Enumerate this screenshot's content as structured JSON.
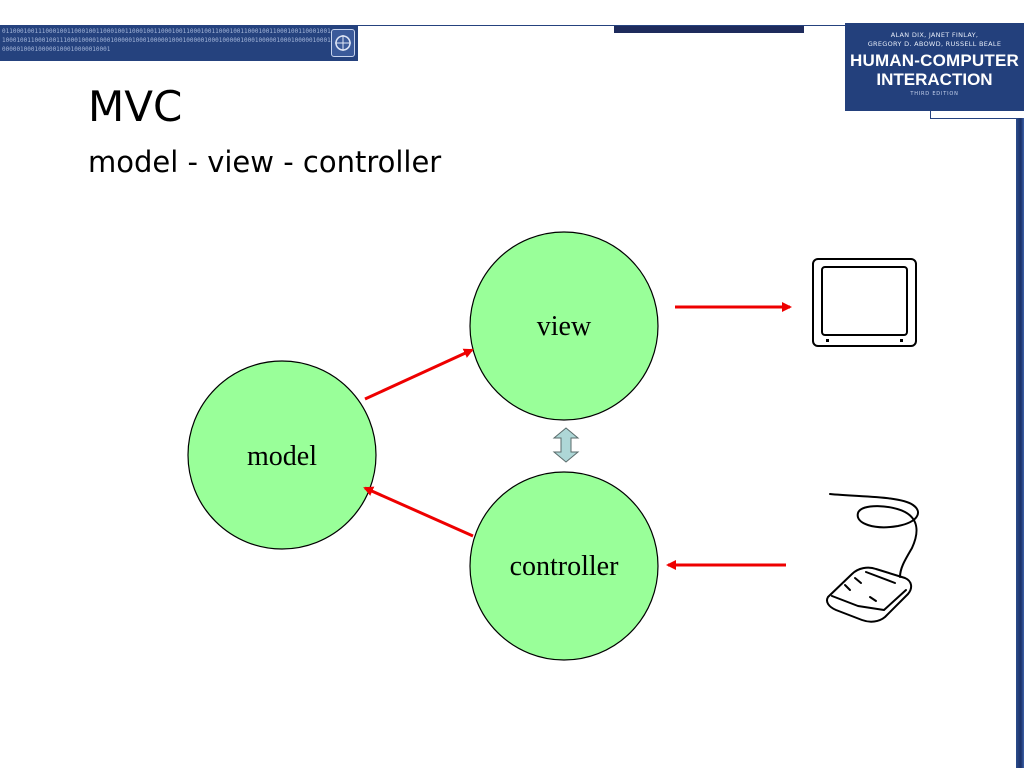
{
  "header": {
    "banner_binary": "01100010011100010011000100110001001100010011000100110001001100010011000100110001001100010011000100110001001110001000010001000001000100000100010000010001000001000100000100010000010001000001000100000100010000010001"
  },
  "book": {
    "authors": "ALAN DIX, JANET FINLAY,\nGREGORY D. ABOWD, RUSSELL BEALE",
    "title_line1": "HUMAN-COMPUTER",
    "title_line2": "INTERACTION",
    "edition": "THIRD EDITION"
  },
  "slide": {
    "title": "MVC",
    "subtitle": "model - view  - controller"
  },
  "diagram": {
    "nodes": {
      "view": "view",
      "model": "model",
      "controller": "controller"
    },
    "colors": {
      "node_fill": "#99ff99",
      "arrow": "#ee0000",
      "bidirectional_arrow": "#aed7d7",
      "banner": "#25427e"
    },
    "icons": [
      "monitor-icon",
      "mouse-icon"
    ]
  }
}
